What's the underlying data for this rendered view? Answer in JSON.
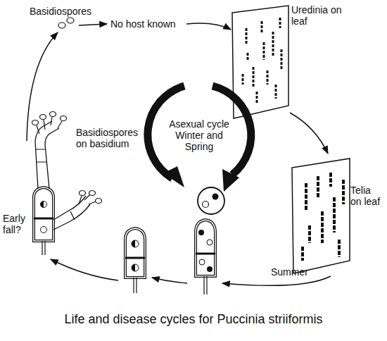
{
  "diagram": {
    "caption": "Life and disease cycles for Puccinia striiformis",
    "labels": [
      "Basidiospores",
      "No host known",
      "Uredinia on leaf",
      "Asexual cycle Winter and Spring",
      "Telia on leaf",
      "Summer",
      "Basidiospores on basidium",
      "Early fall?"
    ]
  }
}
